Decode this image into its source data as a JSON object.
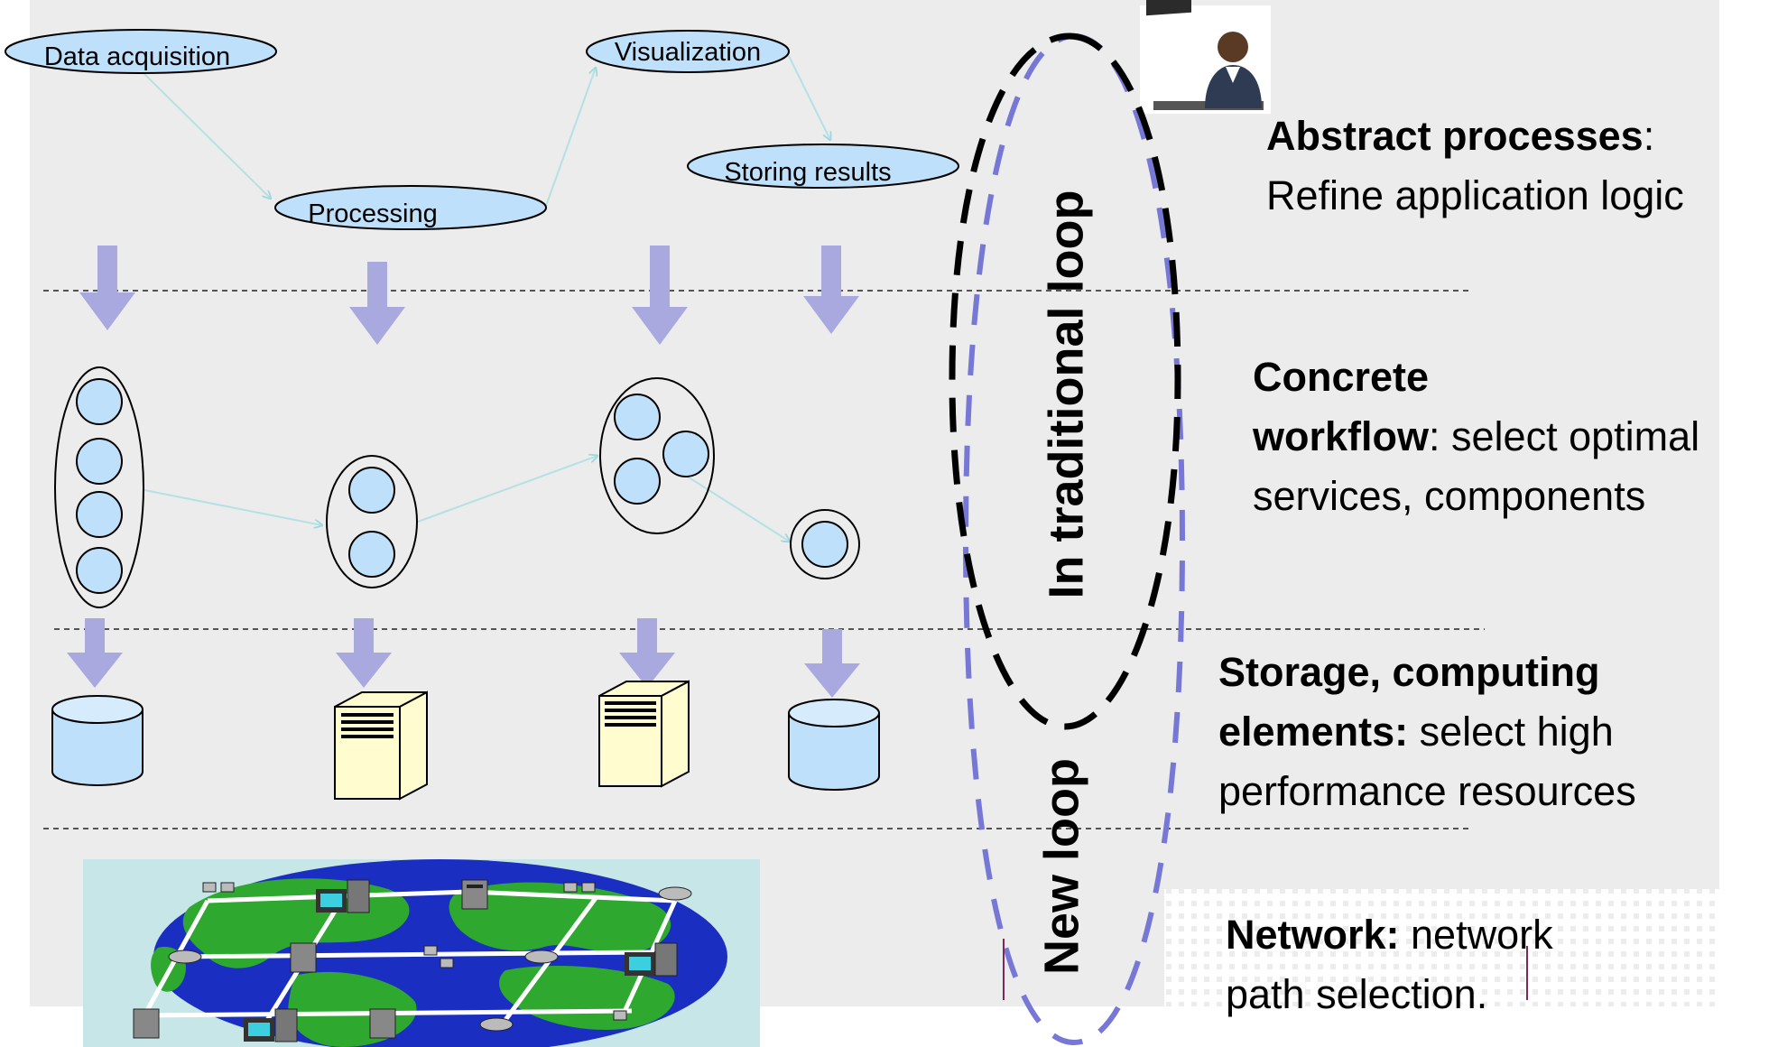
{
  "processes": {
    "data_acquisition": "Data acquisition",
    "processing": "Processing",
    "visualization": "Visualization",
    "storing_results": "Storing results"
  },
  "loops": {
    "traditional": "In traditional loop",
    "new": "New loop"
  },
  "layers": {
    "abstract": {
      "title": "Abstract processes",
      "title_suffix": ":",
      "line2": "Refine application logic"
    },
    "concrete": {
      "title_line1": "Concrete",
      "title_line2": "workflow",
      "rest_line2": ": select optimal",
      "line3": "services, components"
    },
    "storage": {
      "title_line1": "Storage, computing",
      "title_line2": "elements:",
      "rest_line2": " select high",
      "line3": "performance resources"
    },
    "network": {
      "title": "Network:",
      "rest_line1": " network",
      "line2": "path selection."
    }
  },
  "colors": {
    "panel_bg": "#ececec",
    "ellipse_fill": "#bfe0fb",
    "arrow_fill": "#a9a9df",
    "connector": "#b5e1e4",
    "server_fill": "#fffcd0",
    "traditional_loop": "#000000",
    "new_loop": "#7777d6"
  }
}
